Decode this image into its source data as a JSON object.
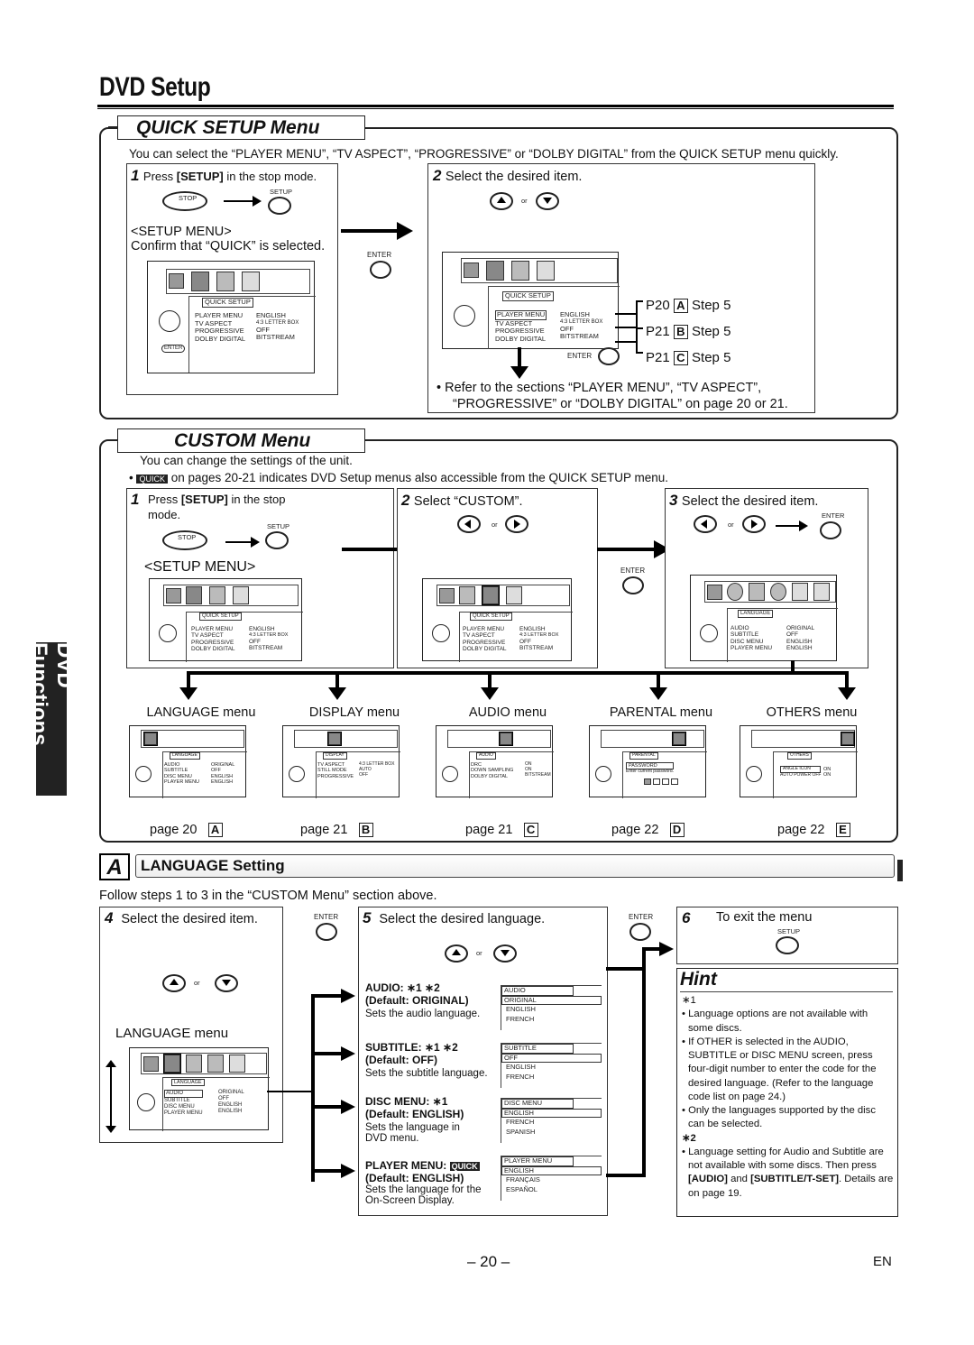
{
  "header": {
    "title": "DVD Setup"
  },
  "side_tab": "DVD Functions",
  "quick": {
    "tab": "QUICK SETUP Menu",
    "intro": "You can select the “PLAYER MENU”, “TV ASPECT”, “PROGRESSIVE” or “DOLBY DIGITAL” from the QUICK SETUP menu quickly.",
    "step1_num": "1",
    "step1_pre": "Press ",
    "step1_key": "[SETUP]",
    "step1_post": " in the stop mode.",
    "stop": "STOP",
    "setup": "SETUP",
    "setup_menu": "<SETUP MENU>",
    "confirm": "Confirm that “QUICK” is selected.",
    "enter": "ENTER",
    "step2_num": "2",
    "step2": "Select the desired item.",
    "or": "or",
    "screen": {
      "tab": "QUICK SETUP",
      "items": [
        "PLAYER MENU",
        "TV ASPECT",
        "PROGRESSIVE",
        "DOLBY DIGITAL"
      ],
      "values": [
        "ENGLISH",
        "4:3 LETTER BOX",
        "OFF",
        "BITSTREAM"
      ]
    },
    "refs": [
      {
        "p": "P20",
        "l": "A",
        "s": "Step 5"
      },
      {
        "p": "P21",
        "l": "B",
        "s": "Step 5"
      },
      {
        "p": "P21",
        "l": "C",
        "s": "Step 5"
      }
    ],
    "refer": "• Refer to the sections “PLAYER MENU”, “TV ASPECT”,",
    "refer2": "“PROGRESSIVE” or “DOLBY DIGITAL” on page 20 or 21."
  },
  "custom": {
    "tab": "CUSTOM Menu",
    "intro": "You can change the settings of the unit.",
    "quick_badge": "QUICK",
    "intro2": " on pages 20-21 indicates DVD Setup menus also accessible from the QUICK SETUP menu.",
    "step1_num": "1",
    "step1_pre": "Press ",
    "step1_key": "[SETUP]",
    "step1_post": " in the stop",
    "step1_post2": "mode.",
    "setup_menu": "<SETUP MENU>",
    "step2_num": "2",
    "step2": "Select “CUSTOM”.",
    "step3_num": "3",
    "step3": "Select the desired item.",
    "lang_screen": {
      "tab": "LANGUAGE",
      "items": [
        "AUDIO",
        "SUBTITLE",
        "DISC MENU",
        "PLAYER MENU"
      ],
      "values": [
        "ORIGINAL",
        "OFF",
        "ENGLISH",
        "ENGLISH"
      ]
    },
    "menus": [
      {
        "name": "LANGUAGE menu",
        "tab": "LANGUAGE",
        "items": [
          "AUDIO",
          "SUBTITLE",
          "DISC MENU",
          "PLAYER MENU"
        ],
        "values": [
          "ORIGINAL",
          "OFF",
          "ENGLISH",
          "ENGLISH"
        ],
        "page": "page 20",
        "letter": "A"
      },
      {
        "name": "DISPLAY menu",
        "tab": "DISPLAY",
        "items": [
          "TV ASPECT",
          "STILL MODE",
          "PROGRESSIVE"
        ],
        "values": [
          "4:3 LETTER BOX",
          "AUTO",
          "OFF"
        ],
        "page": "page 21",
        "letter": "B"
      },
      {
        "name": "AUDIO menu",
        "tab": "AUDIO",
        "items": [
          "DRC",
          "DOWN SAMPLING",
          "DOLBY DIGITAL"
        ],
        "values": [
          "ON",
          "ON",
          "BITSTREAM"
        ],
        "page": "page 21",
        "letter": "C"
      },
      {
        "name": "PARENTAL menu",
        "tab": "PARENTAL",
        "items": [
          "PASSWORD",
          "Enter current password."
        ],
        "values": [
          "",
          ""
        ],
        "page": "page 22",
        "letter": "D"
      },
      {
        "name": "OTHERS menu",
        "tab": "OTHERS",
        "items": [
          "ANGLE ICON",
          "AUTO POWER OFF"
        ],
        "values": [
          "ON",
          "ON"
        ],
        "page": "page 22",
        "letter": "E"
      }
    ]
  },
  "language": {
    "letter": "A",
    "heading": "LANGUAGE Setting",
    "follow": "Follow steps 1 to 3 in the “CUSTOM Menu” section above.",
    "step4_num": "4",
    "step4": "Select the desired item.",
    "lang_menu": "LANGUAGE menu",
    "step5_num": "5",
    "step5": "Select the desired language.",
    "step6_num": "6",
    "step6": "To exit the menu",
    "options": [
      {
        "head": "AUDIO: ∗1 ∗2",
        "def": "(Default: ORIGINAL)",
        "desc": "Sets the audio language.",
        "list": [
          "AUDIO",
          "ORIGINAL",
          "ENGLISH",
          "FRENCH"
        ]
      },
      {
        "head": "SUBTITLE: ∗1 ∗2",
        "def": "(Default: OFF)",
        "desc": "Sets the subtitle language.",
        "list": [
          "SUBTITLE",
          "OFF",
          "ENGLISH",
          "FRENCH"
        ]
      },
      {
        "head": "DISC MENU: ∗1",
        "def": "(Default: ENGLISH)",
        "desc": "Sets the language in DVD menu.",
        "list": [
          "DISC MENU",
          "ENGLISH",
          "FRENCH",
          "SPANISH"
        ]
      },
      {
        "head": "PLAYER MENU:",
        "def": "(Default: ENGLISH)",
        "desc": "Sets the language for the On-Screen Display.",
        "list": [
          "PLAYER MENU",
          "ENGLISH",
          "FRANÇAIS",
          "ESPAÑOL"
        ]
      }
    ]
  },
  "hint": {
    "title": "Hint",
    "n1": "∗1",
    "b1": "• Language options are not available with some discs.",
    "b2": "• If OTHER is selected in the AUDIO, SUBTITLE or DISC MENU screen, press four-digit number to enter the code for the desired language. (Refer to the language code list on page 24.)",
    "b3": "• Only the languages supported by the disc can be selected.",
    "n2": "∗2",
    "b4a": "• Language setting for Audio and Subtitle are not available with some discs. Then press ",
    "b4k1": "[AUDIO]",
    "b4m": " and ",
    "b4k2": "[SUBTITLE/T-SET]",
    "b4b": ". Details are on page 19."
  },
  "footer": {
    "page": "– 20 –",
    "lang": "EN"
  }
}
